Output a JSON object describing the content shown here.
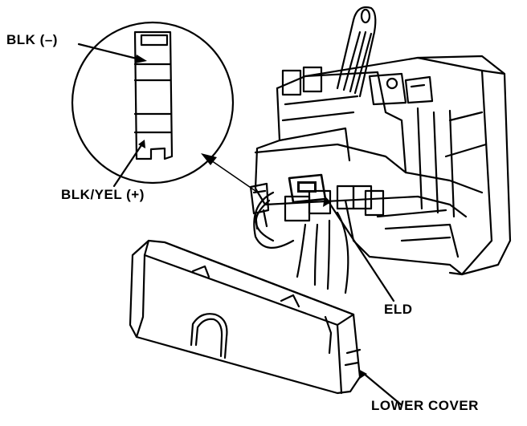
{
  "labels": {
    "blk_neg": "BLK (–)",
    "blk_yel_pos": "BLK/YEL (+)",
    "eld": "ELD",
    "lower_cover": "LOWER COVER"
  },
  "colors": {
    "ink": "#000000",
    "paper": "#ffffff"
  }
}
